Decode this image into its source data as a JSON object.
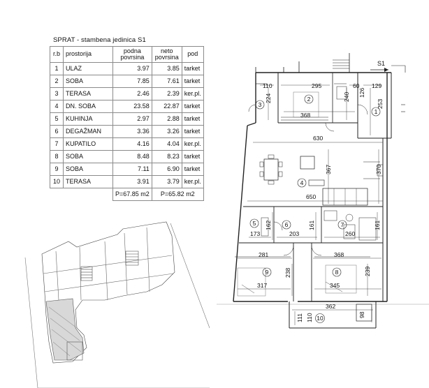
{
  "schedule": {
    "title": "SPRAT - stambena jedinica S1",
    "headers": {
      "rb": "r.b",
      "name": "prostorija",
      "gross": [
        "podna",
        "povrsina"
      ],
      "net": [
        "neto",
        "povrsina"
      ],
      "floor": "pod"
    },
    "rows": [
      {
        "rb": "1",
        "name": "ULAZ",
        "gross": "3.97",
        "net": "3.85",
        "floor": "tarket"
      },
      {
        "rb": "2",
        "name": "SOBA",
        "gross": "7.85",
        "net": "7.61",
        "floor": "tarket"
      },
      {
        "rb": "3",
        "name": "TERASA",
        "gross": "2.46",
        "net": "2.39",
        "floor": "ker.pl."
      },
      {
        "rb": "4",
        "name": "DN. SOBA",
        "gross": "23.58",
        "net": "22.87",
        "floor": "tarket"
      },
      {
        "rb": "5",
        "name": "KUHINJA",
        "gross": "2.97",
        "net": "2.88",
        "floor": "tarket"
      },
      {
        "rb": "6",
        "name": "DEGAŽMAN",
        "gross": "3.36",
        "net": "3.26",
        "floor": "tarket"
      },
      {
        "rb": "7",
        "name": "KUPATILO",
        "gross": "4.16",
        "net": "4.04",
        "floor": "ker.pl."
      },
      {
        "rb": "8",
        "name": "SOBA",
        "gross": "8.48",
        "net": "8.23",
        "floor": "tarket"
      },
      {
        "rb": "9",
        "name": "SOBA",
        "gross": "7.11",
        "net": "6.90",
        "floor": "tarket"
      },
      {
        "rb": "10",
        "name": "TERASA",
        "gross": "3.91",
        "net": "3.79",
        "floor": "ker.pl."
      }
    ],
    "totals": {
      "gross": "P=67.85 m2",
      "net": "P=65.82 m2"
    }
  },
  "plan": {
    "unit_label": "S1",
    "room_markers": [
      "1",
      "2",
      "3",
      "4",
      "5",
      "6",
      "7",
      "8",
      "9",
      "10"
    ],
    "dims": {
      "d110": "110",
      "d224": "224",
      "d295": "295",
      "d240": "240",
      "d60": "60",
      "d126": "126",
      "d129": "129",
      "d253": "253",
      "d368a": "368",
      "d630": "630",
      "d367": "367",
      "d370": "370",
      "d650": "650",
      "d162": "162",
      "d173": "173",
      "d161a": "161",
      "d203": "203",
      "d260": "260",
      "d161b": "161",
      "d281": "281",
      "d368b": "368",
      "d238": "238",
      "d239": "239",
      "d317": "317",
      "d345": "345",
      "d362": "362",
      "d111": "111",
      "d110b": "110",
      "d98": "98"
    }
  }
}
